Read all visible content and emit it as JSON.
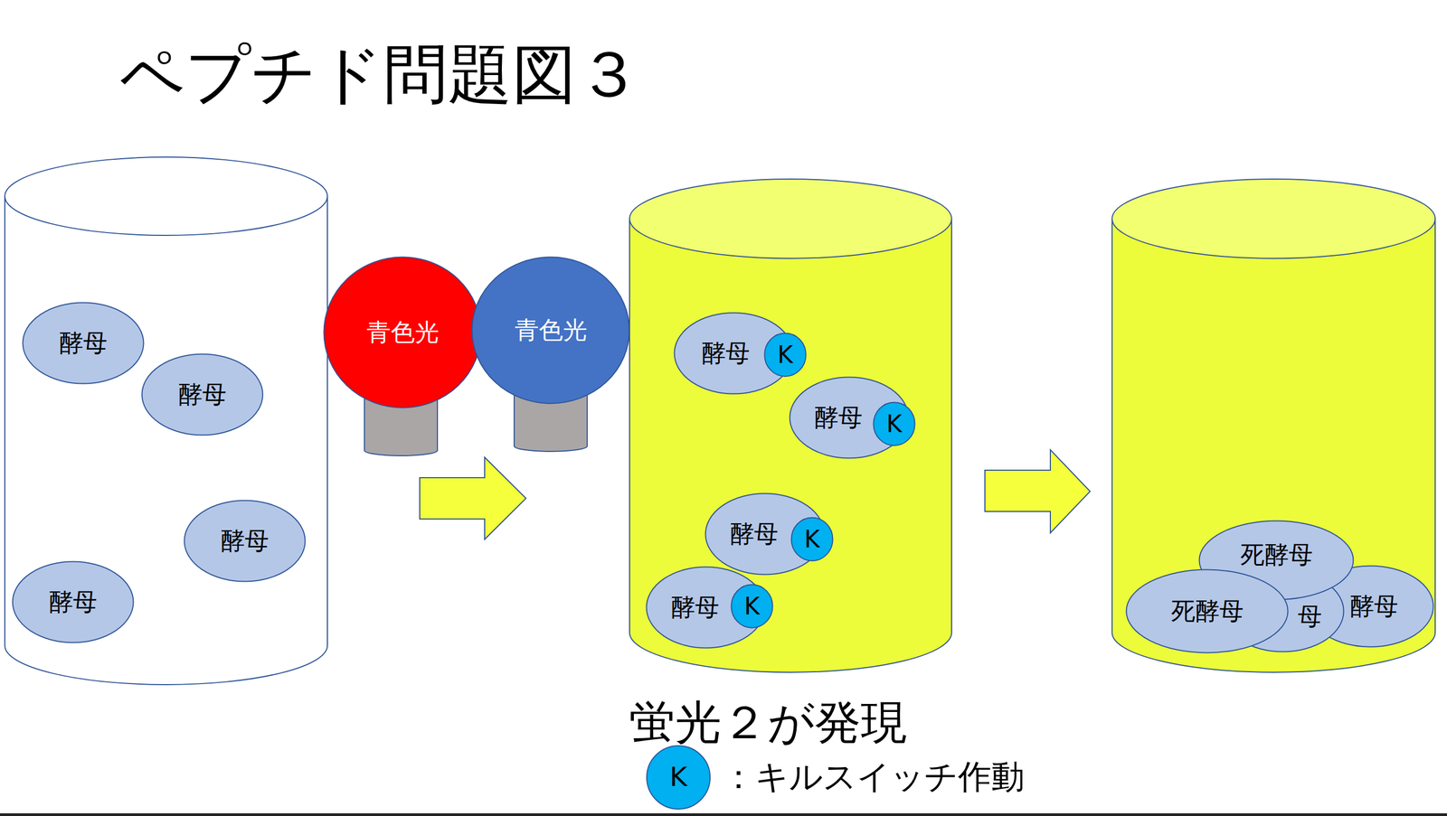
{
  "diagram": {
    "title": "ペプチド問題図３",
    "nodes": [
      {
        "text": [
          "酵母"
        ]
      },
      {
        "text": [
          "酵母"
        ]
      },
      {
        "text": [
          "酵母"
        ]
      },
      {
        "text": [
          "酵母"
        ]
      },
      {
        "text": [
          "青色光"
        ]
      },
      {
        "text": [
          "青色光"
        ]
      },
      {
        "text": [
          "酵母"
        ]
      },
      {
        "text": [
          "K"
        ]
      },
      {
        "text": [
          "酵母"
        ]
      },
      {
        "text": [
          "K"
        ]
      },
      {
        "text": [
          "酵母"
        ]
      },
      {
        "text": [
          "K"
        ]
      },
      {
        "text": [
          "酵母"
        ]
      },
      {
        "text": [
          "K"
        ]
      },
      {
        "text": [
          "死酵母"
        ]
      },
      {
        "text": [
          "死酵母"
        ]
      },
      {
        "text": [
          "母"
        ]
      },
      {
        "text": [
          "酵母"
        ]
      }
    ],
    "labels": [
      "蛍光２が発現",
      "K"
    ],
    "legend": [
      {
        "text": "：キルスイッチ作動",
        "color": "#00b0f0"
      }
    ]
  }
}
